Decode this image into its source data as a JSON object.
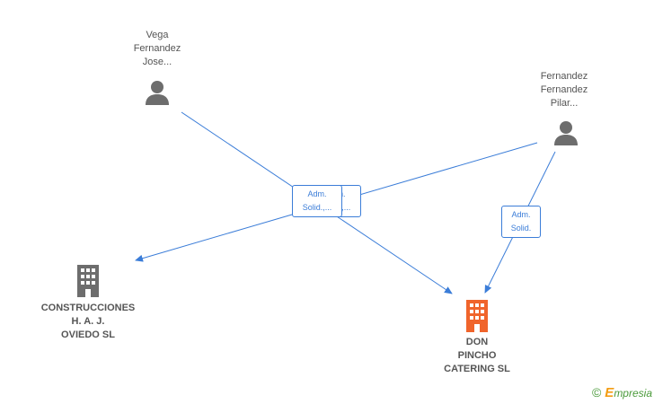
{
  "persons": [
    {
      "id": "vega",
      "name": "Vega\nFernandez\nJose..."
    },
    {
      "id": "fernandez",
      "name": "Fernandez\nFernandez\nPilar..."
    }
  ],
  "companies": [
    {
      "id": "construcciones",
      "name": "CONSTRUCCIONES\nH.  A.  J.\nOVIEDO SL",
      "color": "#6d6d6d"
    },
    {
      "id": "donpincho",
      "name": "DON\nPINCHO\nCATERING  SL",
      "color": "#f0642b"
    }
  ],
  "roles": [
    {
      "id": "role-back",
      "label": "Adm.\nSolid.,..."
    },
    {
      "id": "role-front",
      "label": "Adm.\nSolid.,..."
    },
    {
      "id": "role-right",
      "label": "Adm.\nSolid."
    }
  ],
  "colors": {
    "edge": "#3b7dd8",
    "person_icon": "#6d6d6d"
  },
  "footer": {
    "copyright": "©",
    "brand_initial": "E",
    "brand_rest": "mpresia"
  }
}
